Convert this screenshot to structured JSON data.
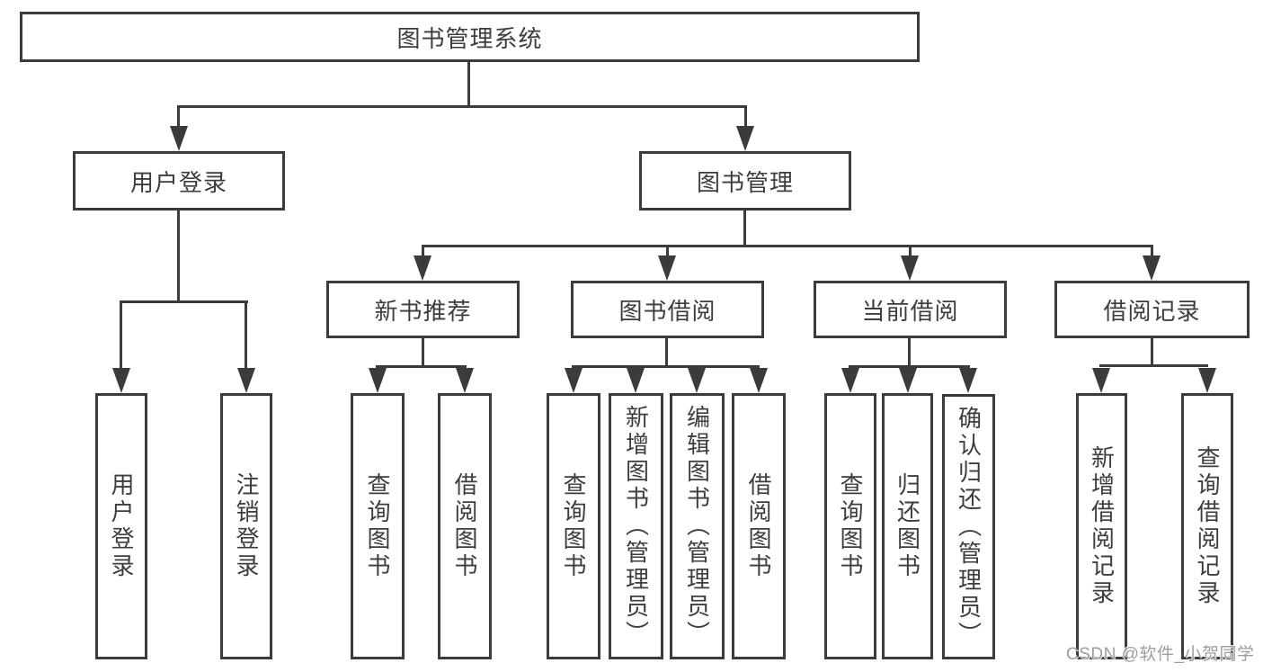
{
  "diagram": {
    "root": {
      "label": "图书管理系统"
    },
    "branches": [
      {
        "label": "用户登录",
        "children": [
          {
            "label": "用户登录"
          },
          {
            "label": "注销登录"
          }
        ]
      },
      {
        "label": "图书管理",
        "sections": [
          {
            "label": "新书推荐",
            "children": [
              {
                "label": "查询图书"
              },
              {
                "label": "借阅图书"
              }
            ]
          },
          {
            "label": "图书借阅",
            "children": [
              {
                "label": "查询图书"
              },
              {
                "label": "新增图书（管理员）"
              },
              {
                "label": "编辑图书（管理员）"
              },
              {
                "label": "借阅图书"
              }
            ]
          },
          {
            "label": "当前借阅",
            "children": [
              {
                "label": "查询图书"
              },
              {
                "label": "归还图书"
              },
              {
                "label": "确认归还（管理员）"
              }
            ]
          },
          {
            "label": "借阅记录",
            "children": [
              {
                "label": "新增借阅记录"
              },
              {
                "label": "查询借阅记录"
              }
            ]
          }
        ]
      }
    ]
  },
  "watermark": {
    "text": "CSDN @软件_小贺同学"
  },
  "colors": {
    "line": "#3b3b3b",
    "text": "#3d3d3d",
    "watermark": "#9e9e9e"
  }
}
